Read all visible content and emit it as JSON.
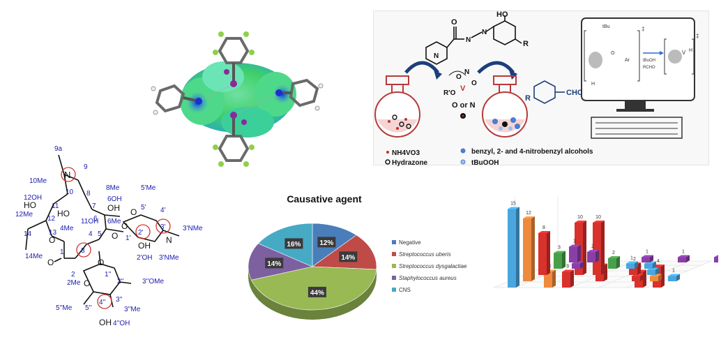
{
  "scheme": {
    "substituent_r": "R",
    "oh_label": "HO",
    "o_label": "O",
    "n_label": "N",
    "ro_label": "R'O",
    "v_label": "V",
    "o_or_n": "O or N",
    "product_sub": "R",
    "product_group": "CHO",
    "legend": [
      {
        "marker": "•",
        "text": "NH4VO3"
      },
      {
        "marker": "o",
        "text": "Hydrazone"
      },
      {
        "marker": "●",
        "text": "benzyl, 2- and 4-nitrobenzyl alcohols"
      },
      {
        "marker": "◎",
        "text": "tBuOOH"
      }
    ],
    "monitor": {
      "tbu": "tBu",
      "ar": "Ar",
      "tbuoh": "tBuOH",
      "rcho": "RCHO",
      "dagger": "‡",
      "h": "H",
      "v": "V",
      "o": "O"
    }
  },
  "structure": {
    "labels": [
      "9a",
      "N",
      "9",
      "10Me",
      "10",
      "8",
      "8Me",
      "12OH",
      "HO",
      "11",
      "HO",
      "7",
      "6OH",
      "OH",
      "5'Me",
      "12Me",
      "12",
      "6Me",
      "O",
      "5'",
      "4'",
      "11OH",
      "6",
      "14",
      "13",
      "4Me",
      "4",
      "5",
      "O",
      "2'",
      "3'",
      "3'NMe",
      "O",
      "1'",
      "N",
      "14Me",
      "O",
      "1",
      "3",
      "OH",
      "2'OH",
      "3'NMe",
      "O",
      "O",
      "1''",
      "2''",
      "3''OMe",
      "2",
      "2Me",
      "O",
      "5''Me",
      "5''",
      "4''",
      "3''",
      "3''Me",
      "OH",
      "4''OH"
    ]
  },
  "chart_data": {
    "type": "pie",
    "title": "Causative agent",
    "categories": [
      "Negative",
      "Streptococcus uberis",
      "Streptococcus dysgalactiae",
      "Staphylococcus aureus",
      "CNS"
    ],
    "values": [
      12,
      14,
      44,
      14,
      16
    ],
    "value_labels": [
      "12%",
      "14%",
      "44%",
      "14%",
      "16%"
    ],
    "colors": [
      "#4a7ebb",
      "#be4b48",
      "#98b954",
      "#7d60a0",
      "#46aac5"
    ],
    "legend_position": "right"
  },
  "bar3d": {
    "value_labels": [
      "15",
      "12",
      "8",
      "10",
      "10",
      "3",
      "3",
      "3",
      "2",
      "1",
      "3",
      "4",
      "3",
      "1",
      "2",
      "1",
      "1",
      "1",
      "1",
      "1",
      "1",
      "3",
      "2",
      "1",
      "1"
    ],
    "colors": {
      "red": "#d9312c",
      "blue": "#4aa6df",
      "orange": "#ee8a3d",
      "green": "#49a04a",
      "purple": "#8a3fa6"
    }
  }
}
